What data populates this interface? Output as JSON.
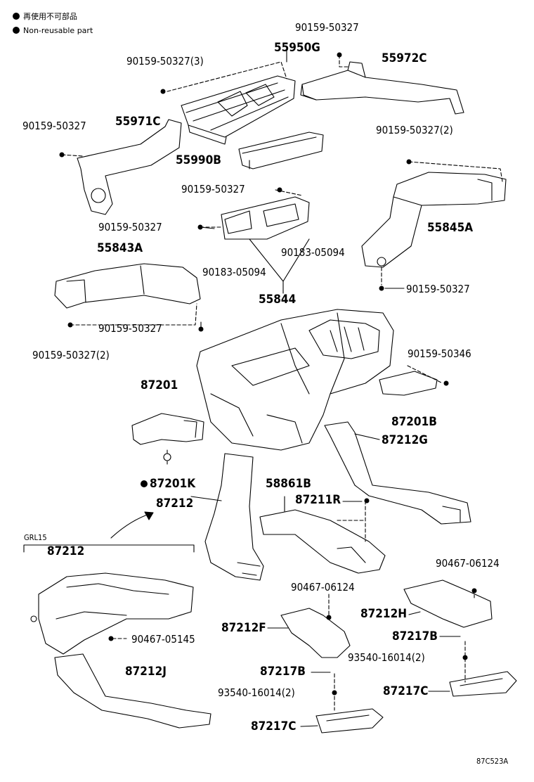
{
  "legend": {
    "line1": "再使用不可部品",
    "line2": "Non-reusable part"
  },
  "figure_code": "87C523A",
  "group_label": "GRL15",
  "parts": {
    "p55950G": "55950G",
    "p55972C": "55972C",
    "p55971C": "55971C",
    "p55990B": "55990B",
    "p55845A": "55845A",
    "p55843A": "55843A",
    "p55844": "55844",
    "p87201": "87201",
    "p87201K": "87201K",
    "p87201B": "87201B",
    "p87212G": "87212G",
    "p87212": "87212",
    "p87212_grl": "87212",
    "p58861B": "58861B",
    "p87211R": "87211R",
    "p87212H": "87212H",
    "p87217B_r": "87217B",
    "p87217C_r": "87217C",
    "p87212F": "87212F",
    "p87217B_c": "87217B",
    "p87217C_c": "87217C",
    "p87212J": "87212J"
  },
  "fasteners": {
    "f1": "90159-50327",
    "f2": "90159-50327(3)",
    "f3": "90159-50327",
    "f4": "90159-50327(2)",
    "f5": "90159-50327",
    "f6": "90159-50327",
    "f7": "90183-05094",
    "f8": "90183-05094",
    "f9": "90159-50327",
    "f10": "90159-50327",
    "f11": "90159-50327(2)",
    "f12": "90159-50346",
    "f13": "90467-06124",
    "f14": "90467-06124",
    "f15": "93540-16014(2)",
    "f16": "90467-05145",
    "f17": "93540-16014(2)"
  }
}
